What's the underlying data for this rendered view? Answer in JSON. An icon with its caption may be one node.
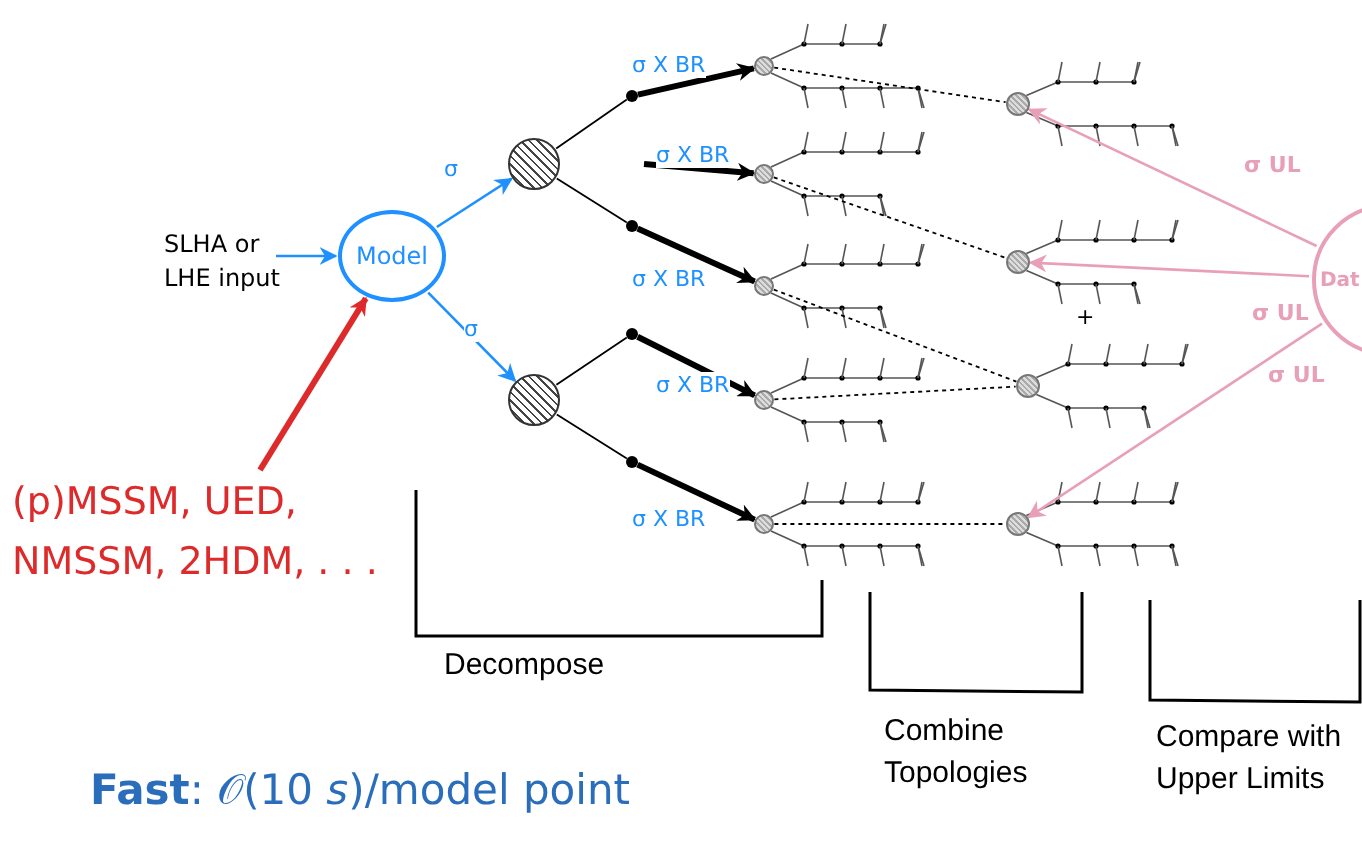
{
  "diagram": {
    "nodes": [
      {
        "text": [
          "SLHA or LHE input"
        ]
      },
      {
        "text": [
          "Model"
        ]
      },
      {
        "text": [
          "(p)MSSM, UED, NMSSM, 2HDM, . . ."
        ]
      },
      {
        "text": [],
        "shape": "circle"
      },
      {
        "text": [],
        "shape": "circle"
      },
      {
        "text": [],
        "shape": "circle"
      },
      {
        "text": [],
        "shape": "circle"
      },
      {
        "text": [],
        "shape": "circle"
      },
      {
        "text": [],
        "shape": "circle"
      },
      {
        "text": [],
        "shape": "circle"
      },
      {
        "text": [],
        "shape": "circle"
      },
      {
        "text": [],
        "shape": "circle"
      },
      {
        "text": [],
        "shape": "circle"
      },
      {
        "text": [],
        "shape": "circle"
      },
      {
        "text": [],
        "shape": "circle"
      },
      {
        "text": [],
        "shape": "circle"
      },
      {
        "text": [],
        "shape": "circle"
      },
      {
        "text": [],
        "shape": "circle"
      },
      {
        "text": [
          "Dat"
        ]
      }
    ],
    "edges": [
      {
        "from": 0,
        "to": 1,
        "arrow": "to",
        "color": "#1e90ff"
      },
      {
        "from": 2,
        "to": 1,
        "arrow": "to",
        "style": "thick",
        "color": "#dd2a2a"
      },
      {
        "from": 1,
        "to": 3,
        "arrow": "to",
        "label": "σ",
        "color": "#1e90ff"
      },
      {
        "from": 1,
        "to": 4,
        "arrow": "to",
        "label": "σ",
        "color": "#1e90ff"
      },
      {
        "from": 3,
        "to": 5,
        "arrow": "none"
      },
      {
        "from": 3,
        "to": 6,
        "arrow": "none"
      },
      {
        "from": 4,
        "to": 7,
        "arrow": "none"
      },
      {
        "from": 4,
        "to": 8,
        "arrow": "none"
      },
      {
        "from": 5,
        "to": 9,
        "arrow": "to",
        "label": "σ X BR",
        "style": "thick"
      },
      {
        "from": null,
        "to": 10,
        "arrow": "to",
        "label": "σ X BR",
        "style": "thick"
      },
      {
        "from": 6,
        "to": 11,
        "arrow": "to",
        "label": "σ X BR",
        "style": "thick"
      },
      {
        "from": 7,
        "to": 12,
        "arrow": "to",
        "label": "σ X BR",
        "style": "thick"
      },
      {
        "from": 8,
        "to": 13,
        "arrow": "to",
        "label": "σ X BR",
        "style": "thick"
      },
      {
        "from": 9,
        "to": 14,
        "arrow": "none",
        "style": "dashed"
      },
      {
        "from": 10,
        "to": 15,
        "arrow": "none",
        "style": "dashed"
      },
      {
        "from": 11,
        "to": 16,
        "arrow": "none",
        "style": "dashed"
      },
      {
        "from": 12,
        "to": 16,
        "arrow": "none",
        "style": "dashed"
      },
      {
        "from": 13,
        "to": 17,
        "arrow": "none",
        "style": "dashed"
      },
      {
        "from": 18,
        "to": 14,
        "arrow": "to",
        "label": "σ UL",
        "color": "#e8a0b8"
      },
      {
        "from": 18,
        "to": 15,
        "arrow": "to",
        "label": "σ UL",
        "color": "#e8a0b8"
      },
      {
        "from": 18,
        "to": 17,
        "arrow": "to",
        "label": "σ UL",
        "color": "#e8a0b8"
      }
    ],
    "labels": [
      "+",
      "Decompose",
      "Combine Topologies",
      "Compare with Upper Limits",
      "**Fast**: 𝒪(10 *s*)/model point"
    ]
  }
}
